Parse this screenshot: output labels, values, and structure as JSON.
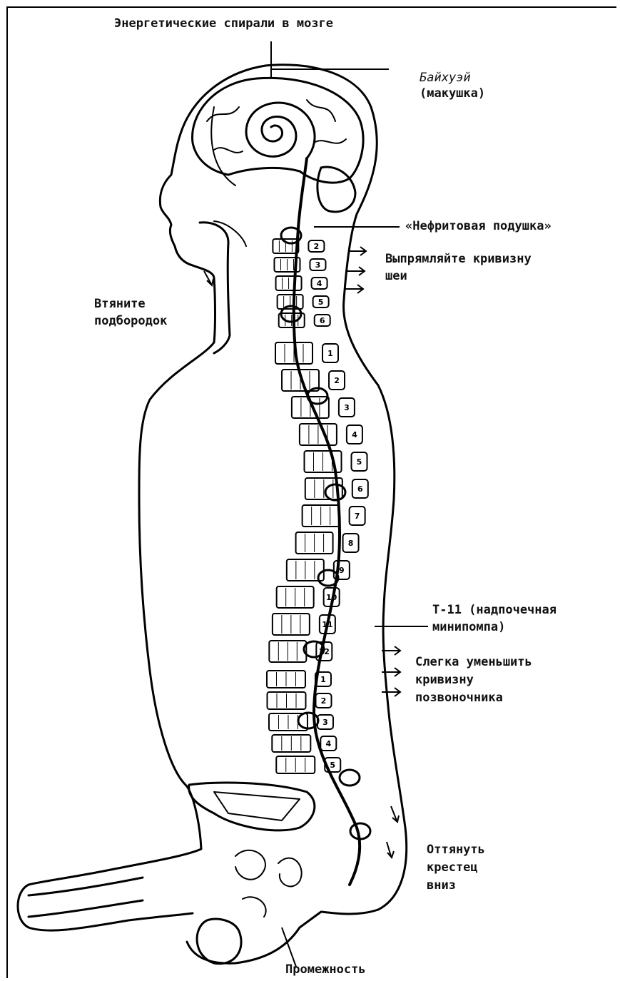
{
  "labels": {
    "brain_spirals": "Энергетические спирали в мозге",
    "baihui_line1": "Байхуэй",
    "baihui_line2": "(макушка)",
    "jade_pillow": "«Нефритовая подушка»",
    "straighten_neck_line1": "Выпрямляйте кривизну",
    "straighten_neck_line2": "шеи",
    "tuck_chin_line1": "Втяните",
    "tuck_chin_line2": "подбородок",
    "t11_line1": "Т-11 (надпочечная",
    "t11_line2": "минипомпа)",
    "reduce_curve_line1": "Слегка уменьшить",
    "reduce_curve_line2": "кривизну",
    "reduce_curve_line3": "позвоночника",
    "sacrum_line1": "Оттянуть",
    "sacrum_line2": "крестец",
    "sacrum_line3": "вниз",
    "perineum": "Промежность"
  },
  "vertebra_numbers": {
    "cervical": [
      "2",
      "3",
      "4",
      "5",
      "6"
    ],
    "thoracic": [
      "1",
      "2",
      "3",
      "4",
      "5",
      "6",
      "7",
      "8",
      "9",
      "10",
      "11",
      "12"
    ],
    "lumbar": [
      "1",
      "2",
      "3",
      "4",
      "5"
    ]
  },
  "colors": {
    "ink": "#000000",
    "background": "#ffffff"
  }
}
